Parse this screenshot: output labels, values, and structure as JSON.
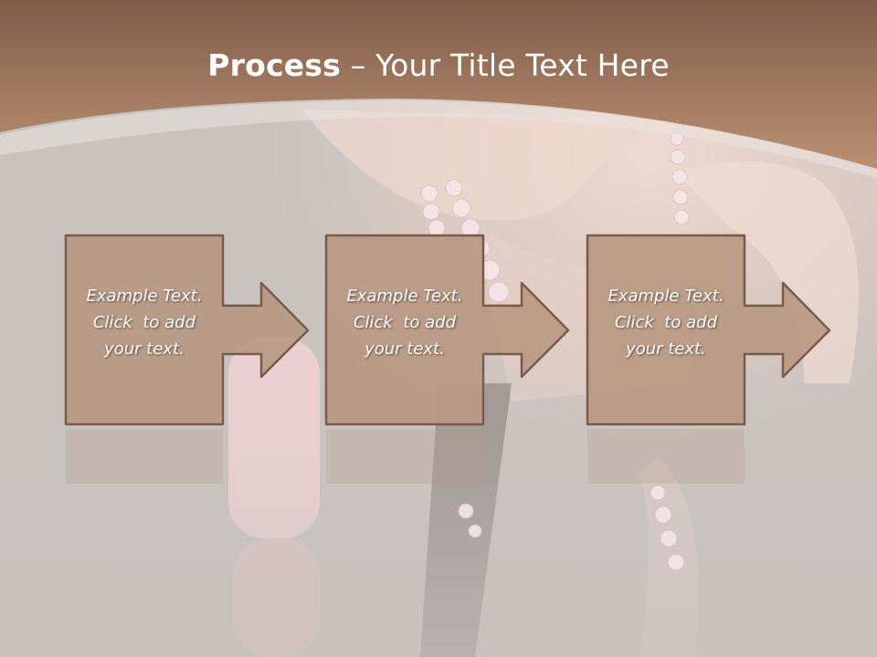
{
  "title": {
    "bold": "Process",
    "dash": " – ",
    "rest": "Your Title Text Here"
  },
  "steps": [
    {
      "lines": [
        "Example Text.",
        "Click  to add",
        "your text."
      ]
    },
    {
      "lines": [
        "Example Text.",
        "Click  to add",
        "your text."
      ]
    },
    {
      "lines": [
        "Example Text.",
        "Click  to add",
        "your text."
      ]
    }
  ],
  "colors": {
    "header": "#9a7359",
    "box_fill": "#b89a85",
    "box_stroke": "#7a5a4a",
    "background": "#c7c1be"
  }
}
